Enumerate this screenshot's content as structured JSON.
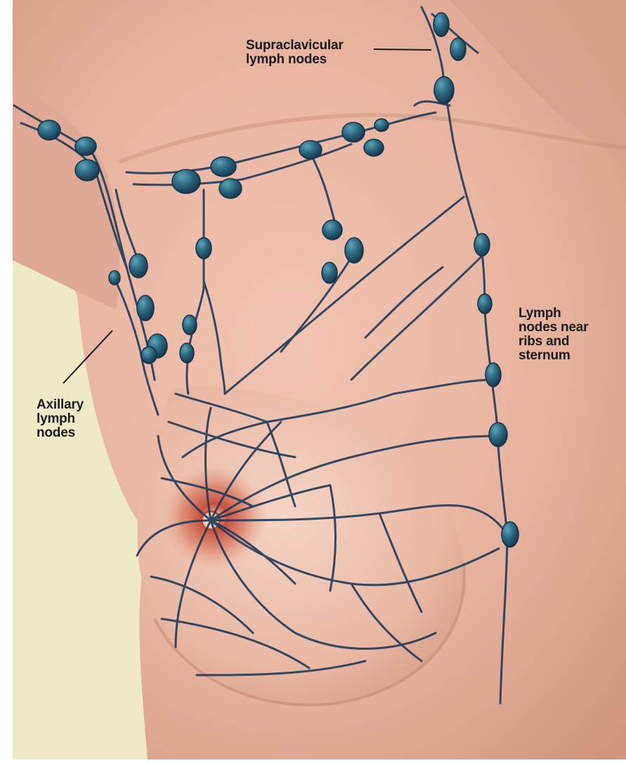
{
  "labels": {
    "supraclavicular": [
      "Supraclavicular",
      "lymph nodes"
    ],
    "ribs_sternum": [
      "Lymph",
      "nodes near",
      "ribs and",
      "sternum"
    ],
    "axillary": [
      "Axillary",
      "lymph",
      "nodes"
    ]
  },
  "colors": {
    "skin": "#e9b8a4",
    "skin_shadow": "#c98b76",
    "background": "#eeeac8",
    "vessel": "#1f3a5a",
    "node": "#2f6f85",
    "nipple": "#c44a3a"
  }
}
